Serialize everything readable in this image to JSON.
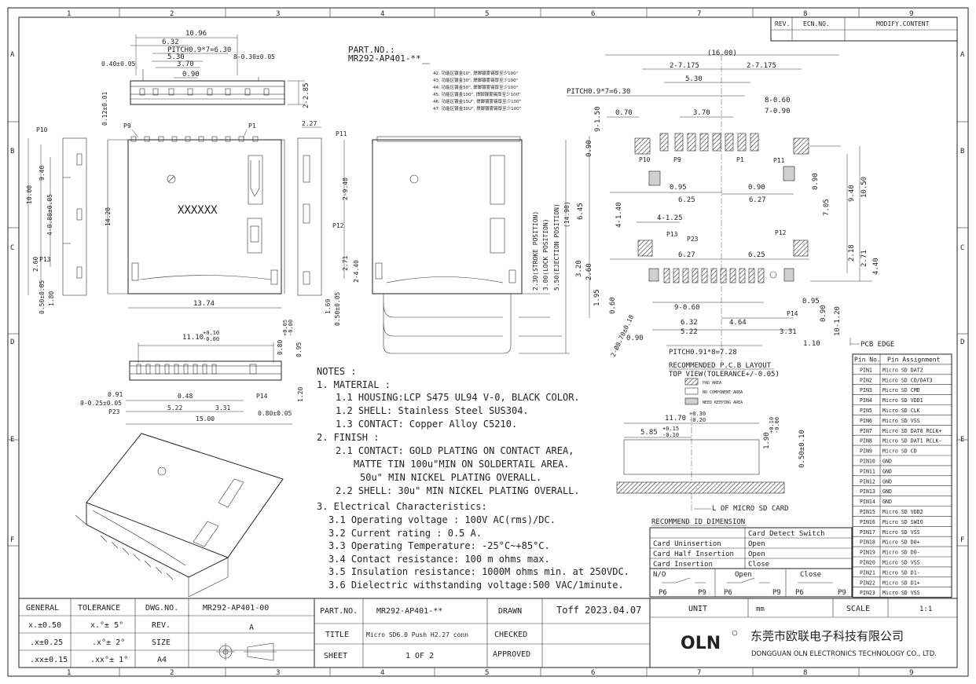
{
  "grid": {
    "cols": [
      "1",
      "2",
      "3",
      "4",
      "5",
      "6",
      "7",
      "8",
      "9"
    ],
    "rows": [
      "A",
      "B",
      "C",
      "D",
      "E",
      "F"
    ]
  },
  "revision_table": {
    "headers": [
      "REV.",
      "ECN.NO.",
      "MODIFY.CONTENT"
    ]
  },
  "part_no_header": {
    "label": "PART.NO.:",
    "value": "MR292-AP401-**"
  },
  "variant_notes": [
    "42: 功能区镀金10\", 焊脚镀雾锡厚至少100\"",
    "43: 功能区镀金30\", 焊脚镀雾锡厚至少100\"",
    "44: 功能区镀金50\", 焊脚镀雾锡厚至少100\"",
    "45: 功能区镀金100\", 焊脚镀雾锡厚至少100\"",
    "46: 功能区镀金15U\", 焊脚镀雾锡厚至少100\"",
    "47: 功能区镀金30U\", 焊脚镀雾锡厚至少100\""
  ],
  "top_view_dims": {
    "overall": "10.96",
    "d632": "6.32",
    "pitch": "PITCH0.9*7=6.30",
    "d530": "5.30",
    "d370": "3.70",
    "d090": "0.90",
    "left": "0.40±0.05",
    "right": "8-0.30±0.05",
    "height": "2-2.85",
    "shell": "0.12±0.01"
  },
  "front_view_dims": {
    "p10": "P10",
    "p9": "P9",
    "p1": "P1",
    "p13": "P13",
    "h1000": "10.00",
    "h940": "9.40",
    "h480": "4-0.80±0.05",
    "h260": "2.60",
    "h050": "0.50±0.05",
    "h180": "1.80",
    "w1420": "14.20",
    "w1374": "13.74",
    "marking": "XXXXXX"
  },
  "side_view_dims": {
    "w227": "2.27",
    "p11": "P11",
    "p12": "P12",
    "h940": "2-9.40",
    "h271": "2.71",
    "h440": "2-4.40",
    "h169": "1.69",
    "h050": "0.50±0.05"
  },
  "card_positions": {
    "stroke": "2.30(STROKE POSITION)",
    "lock": "3.00(LOCK POSITION)",
    "eject": "5.50(EJECTION POSITION)",
    "total": "(14.90)"
  },
  "bottom_view_dims": {
    "w1110": "11.10",
    "tol1110_up": "+0.10",
    "tol1110_dn": "-0.00",
    "h080": "0.80",
    "tol080_up": "+0.05",
    "tol080_dn": "-0.00",
    "h095": "0.95",
    "h120": "1.20",
    "p14": "P14",
    "p23": "P23",
    "w091": "0.91",
    "w025": "9-0.25±0.05",
    "w048": "0.48",
    "w522": "5.22",
    "w331": "3.31",
    "w1500": "15.00",
    "w080b": "0.80±0.05"
  },
  "pcb_layout": {
    "w1600": "(16.00)",
    "w2717l": "2-7.175",
    "w2717r": "2-7.175",
    "pitch": "PITCH0.9*7=6.30",
    "w530": "5.30",
    "w070": "0.70",
    "w370": "3.70",
    "w806": "8-0.60",
    "w709": "7-0.90",
    "h915": "9-1.50",
    "h090": "0.90",
    "w095": "0.95",
    "w625": "6.25",
    "w090b": "0.90",
    "w627": "6.27",
    "h090r": "0.90",
    "h705": "7.05",
    "h940": "9.40",
    "h1050": "10.50",
    "h645": "6.45",
    "h414": "4-1.40",
    "w4125": "4-1.25",
    "h260": "2.60",
    "h320": "3.20",
    "w627b": "6.27",
    "w625b": "6.25",
    "h218": "2.18",
    "h271": "2.71",
    "h440": "4.40",
    "h195": "1.95",
    "h060": "0.60",
    "w9060": "9-0.60",
    "w632": "6.32",
    "w464": "4.64",
    "w522": "5.22",
    "w331": "3.31",
    "w095b": "0.95",
    "w110": "1.10",
    "h090b": "0.90",
    "hole": "2-Ø0.70±0.10",
    "w090c": "0.90",
    "pitch2": "PITCH0.91*8=7.28",
    "h1012": "10-1.20",
    "pcb_edge": "PCB EDGE",
    "labels": {
      "p10": "P10",
      "p9": "P9",
      "p1": "P1",
      "p11": "P11",
      "p13": "P13",
      "p23": "P23",
      "p12": "P12",
      "p14": "P14"
    },
    "caption1": "RECOMMENDED P.C.B LAYOUT",
    "caption2": "TOP VIEW(TOLERANCE+/-0.05)",
    "legend": [
      "PAD AREA",
      "NO COMPONENT AREA",
      "NEED KEEPING AREA"
    ]
  },
  "pin_table": {
    "headers": [
      "Pin No.",
      "Pin Assignment"
    ],
    "rows": [
      [
        "PIN1",
        "Micro SD DAT2"
      ],
      [
        "PIN2",
        "Micro SD CD/DAT3"
      ],
      [
        "PIN3",
        "Micro SD CMD"
      ],
      [
        "PIN4",
        "Micro SD VDD1"
      ],
      [
        "PIN5",
        "Micro SD CLK"
      ],
      [
        "PIN6",
        "Micro SD VSS"
      ],
      [
        "PIN7",
        "Micro SD DAT0 RCLK+"
      ],
      [
        "PIN8",
        "Micro SD DAT1 RCLK-"
      ],
      [
        "PIN9",
        "Micro SD CD"
      ],
      [
        "PIN10",
        "GND"
      ],
      [
        "PIN11",
        "GND"
      ],
      [
        "PIN12",
        "GND"
      ],
      [
        "PIN13",
        "GND"
      ],
      [
        "PIN14",
        "GND"
      ],
      [
        "PIN15",
        "Micro SD VDD2"
      ],
      [
        "PIN16",
        "Micro SD SWIO"
      ],
      [
        "PIN17",
        "Micro SD VSS"
      ],
      [
        "PIN18",
        "Micro SD D0+"
      ],
      [
        "PIN19",
        "Micro SD D0-"
      ],
      [
        "PIN20",
        "Micro SD VSS"
      ],
      [
        "PIN21",
        "Micro SD D1-"
      ],
      [
        "PIN22",
        "Micro SD D1+"
      ],
      [
        "PIN23",
        "Micro SD VSS"
      ]
    ]
  },
  "card_dimension": {
    "w1170": "11.70",
    "tol1170_up": "+0.30",
    "tol1170_dn": "-0.20",
    "w585": "5.85",
    "tol585_up": "+0.15",
    "tol585_dn": "-0.10",
    "h190": "1.90",
    "tol190_up": "+0.10",
    "tol190_dn": "-0.00",
    "h050": "0.50±0.10",
    "center_label": "L OF MICRO SD CARD",
    "caption": "RECOMMEND ID DIMENSION"
  },
  "switch_table": {
    "header": "Card Detect Switch",
    "rows": [
      [
        "Card Uninsertion",
        "Open"
      ],
      [
        "Card Half Insertion",
        "Open"
      ],
      [
        "Card Insertion",
        "Close"
      ]
    ],
    "no": "N/O",
    "open": "Open",
    "close": "Close",
    "p6": "P6",
    "p9": "P9"
  },
  "notes": {
    "title": "NOTES :",
    "lines": [
      "1. MATERIAL :",
      "1.1 HOUSING:LCP S475 UL94 V-0, BLACK COLOR.",
      "1.2 SHELL: Stainless Steel SUS304.",
      "1.3 CONTACT: Copper Alloy C5210.",
      "2. FINISH :",
      "2.1 CONTACT: GOLD PLATING ON CONTACT AREA,",
      "MATTE TIN 100u\"MIN ON SOLDERTAIL AREA.",
      "50u\" MIN NICKEL PLATING OVERALL.",
      "2.2 SHELL: 30u\" MIN NICKEL PLATING OVERALL.",
      "3. Electrical Characteristics:",
      "3.1 Operating voltage : 100V AC(rms)/DC.",
      "3.2 Current rating : 0.5 A.",
      "3.3 Operating Temperature: -25°C~+85°C.",
      "3.4 Contact resistance: 100 m ohms max.",
      "3.5 Insulation resistance: 1000M ohms min. at 250VDC.",
      "3.6 Dielectric withstanding voltage:500 VAC/1minute."
    ]
  },
  "title_block": {
    "general": "GENERAL",
    "tolerance": "TOLERANCE",
    "dwgno_label": "DWG.NO.",
    "dwgno": "MR292-AP401-00",
    "tol_rows": [
      [
        "x.±0.50",
        "x.°± 5°"
      ],
      [
        ".x±0.25",
        ".x°± 2°"
      ],
      [
        ".xx±0.15",
        ".xx°± 1°"
      ]
    ],
    "rev_label": "REV.",
    "rev": "A",
    "size_label": "SIZE",
    "size": "A4",
    "partno_label": "PART.NO.",
    "partno": "MR292-AP401-**",
    "title_label": "TITLE",
    "title": "Micro SD6.0 Push H2.27 conn",
    "sheet_label": "SHEET",
    "sheet": "1 OF 2",
    "drawn_label": "DRAWN",
    "drawn": "Toff 2023.04.07",
    "checked_label": "CHECKED",
    "approved_label": "APPROVED",
    "unit_label": "UNIT",
    "unit": "mm",
    "scale_label": "SCALE",
    "scale": "1:1",
    "logo": "OLN",
    "company_cn": "东莞市欧联电子科技有限公司",
    "company_en": "DONGGUAN OLN ELECTRONICS TECHNOLOGY CO., LTD."
  }
}
